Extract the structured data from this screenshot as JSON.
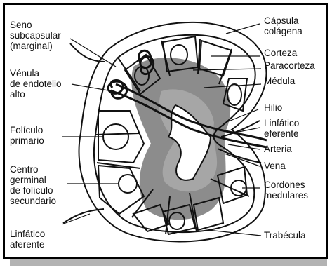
{
  "colors": {
    "outline": "#111111",
    "cortex_fill": "#8c8c8c",
    "medulla_fill": "#a6a6a6",
    "shadow": "#b3b3b3",
    "background": "#ffffff"
  },
  "labels": {
    "seno": "Seno\nsubcapsular\n(marginal)",
    "venula": "Vénula\nde endotelio\nalto",
    "foliculo_primario": "Folículo\nprimario",
    "centro_germinal": "Centro\ngerminal\nde folículo\nsecundario",
    "linfatico_aferente": "Linfático\naferente",
    "capsula": "Cápsula\ncolágena",
    "corteza": "Corteza",
    "paracorteza": "Paracorteza",
    "medula": "Médula",
    "hilio": "Hilio",
    "linfatico_eferente": "Linfático\neferente",
    "arteria": "Arteria",
    "vena": "Vena",
    "cordones": "Cordones\nmedulares",
    "trabecula": "Trabécula"
  }
}
